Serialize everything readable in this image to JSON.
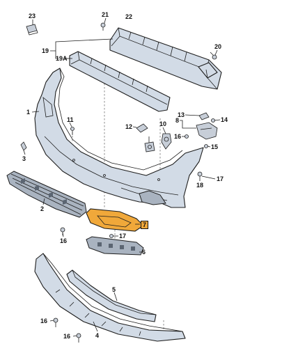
{
  "callouts": {
    "c1": "1",
    "c2": "2",
    "c3": "3",
    "c4": "4",
    "c5": "5",
    "c6": "6",
    "c7": "7",
    "c8": "8",
    "c10": "10",
    "c11": "11",
    "c12": "12",
    "c13": "13",
    "c14": "14",
    "c15": "15",
    "c16a": "16",
    "c16b": "16",
    "c16c": "16",
    "c16d": "16",
    "c17a": "17",
    "c17b": "17",
    "c18": "18",
    "c19": "19",
    "c19a": "19A",
    "c20": "20",
    "c21": "21",
    "c22": "22",
    "c23": "23"
  },
  "highlight_color": "#f0a83a"
}
